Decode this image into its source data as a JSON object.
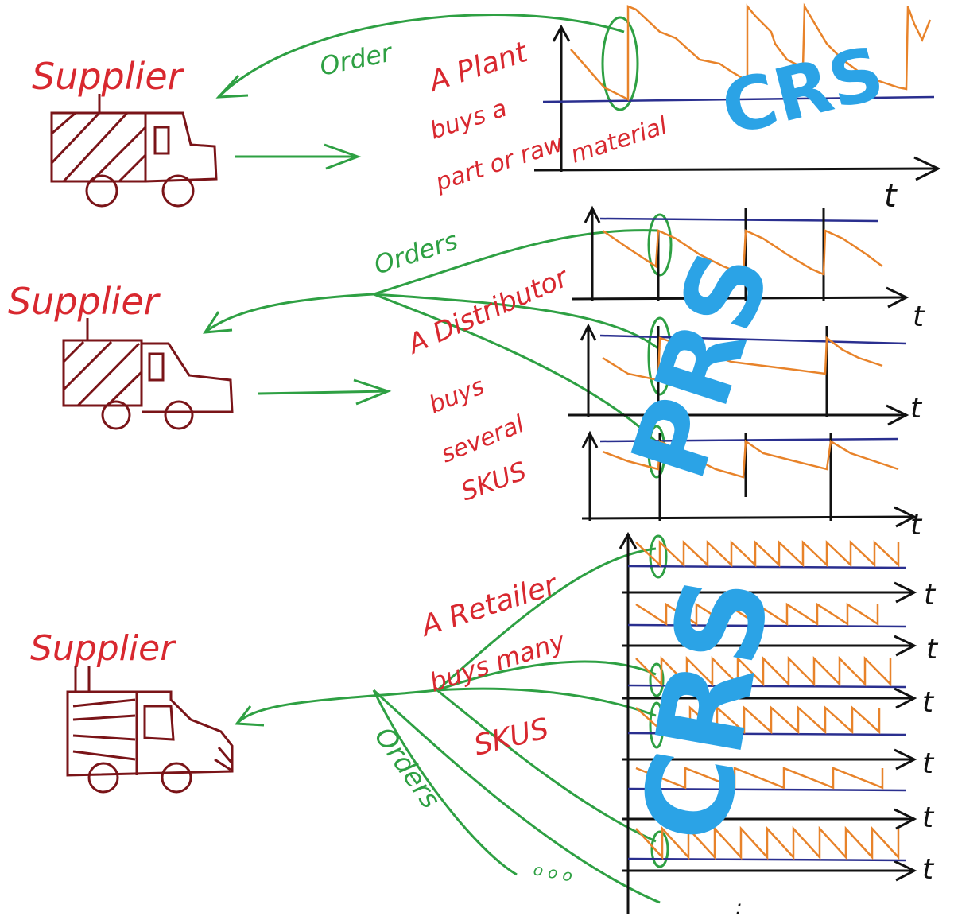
{
  "colors": {
    "supplier_text": "#d8282f",
    "truck": "#7a1418",
    "orders": "#2ea043",
    "inventory_line": "#e8832a",
    "threshold_line": "#2a2f8f",
    "axis": "#111111",
    "policy_label": "#2ba3e6"
  },
  "sections": [
    {
      "supplier": "Supplier",
      "buyer_lines": [
        "A Plant",
        "buys a",
        "part or raw",
        "material"
      ],
      "order_label": "Order",
      "policy": "CRS",
      "axis_label": "t"
    },
    {
      "supplier": "Supplier",
      "buyer_lines": [
        "A Distributor",
        "buys",
        "several",
        "SKUS"
      ],
      "order_label": "Orders",
      "policy": "PRS",
      "axis_labels": [
        "t",
        "t",
        "t"
      ]
    },
    {
      "supplier": "Supplier",
      "buyer_lines": [
        "A Retailer",
        "buys many",
        "SKUS"
      ],
      "order_label": "Orders",
      "policy": "CRS",
      "axis_labels": [
        "t",
        "t",
        "t",
        "t",
        "t",
        "t"
      ],
      "more_marks": [
        "o o o",
        ":"
      ]
    }
  ]
}
